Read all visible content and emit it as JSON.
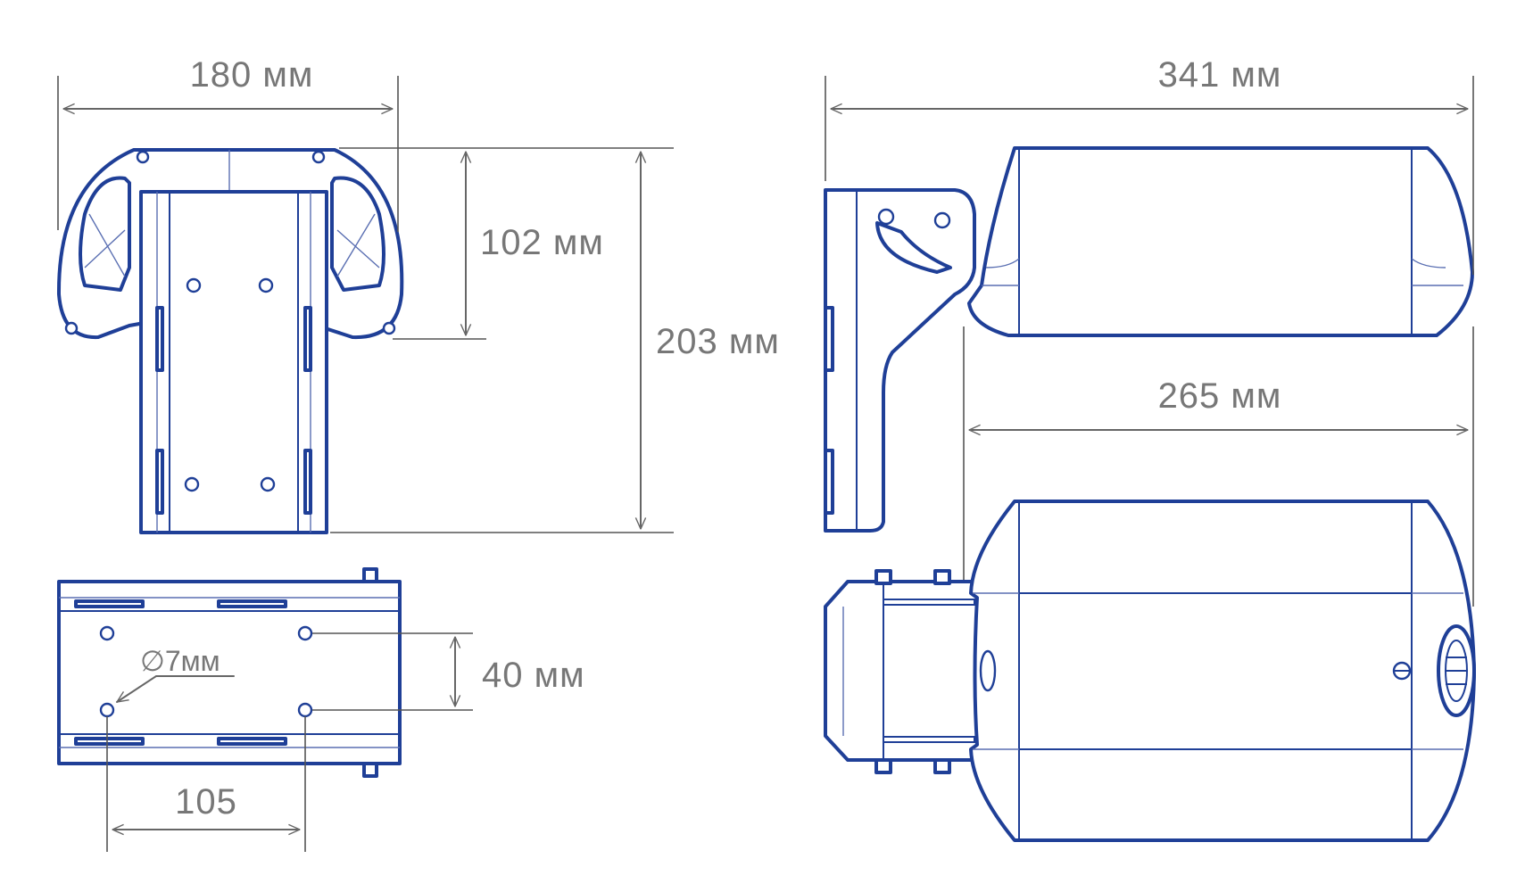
{
  "dimensions": {
    "width_front": "180 мм",
    "height_head": "102 мм",
    "height_total": "203 мм",
    "length_total": "341 мм",
    "length_body": "265 мм",
    "hole_spacing_vertical": "40 мм",
    "hole_spacing_horizontal": "105",
    "hole_diameter": "∅7мм"
  },
  "colors": {
    "outline": "#1f3f97",
    "dimension": "#777777"
  }
}
